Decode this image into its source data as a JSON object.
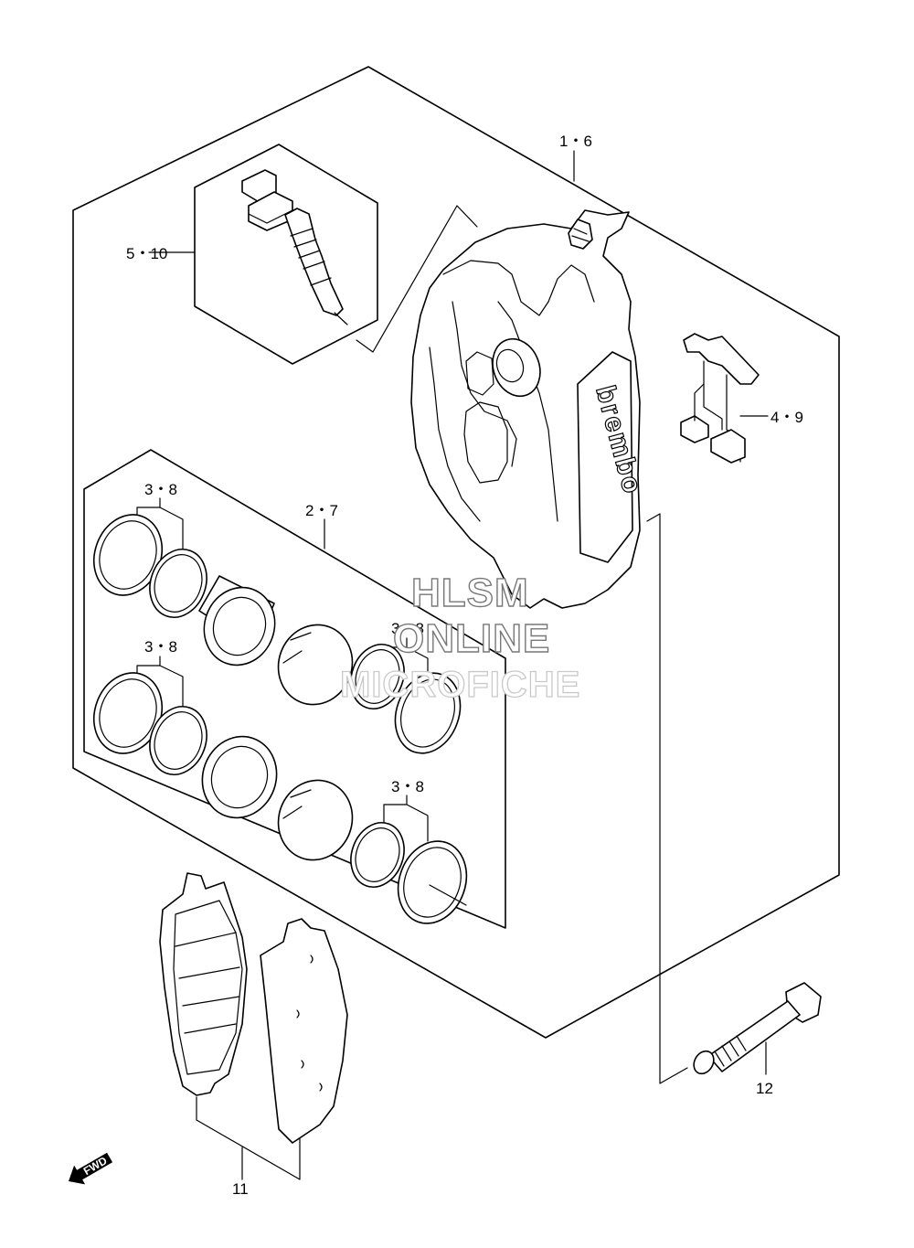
{
  "diagram": {
    "callouts": {
      "caliper": "1・6",
      "bleeder": "5・10",
      "pad_spring": "4・9",
      "piston_set": "2・7",
      "seal_top_left": "3・8",
      "seal_mid_left": "3・8",
      "seal_mid_right": "3・8",
      "seal_bottom_right": "3・8",
      "pads": "11",
      "bolt": "12"
    },
    "caliper_brand": "brembo",
    "forward_arrow": "FWD"
  },
  "watermark": {
    "line1": "HLSM",
    "line2": "ONLINE",
    "line3": "MICROFICHE"
  },
  "colors": {
    "line": "#000000",
    "background": "#ffffff",
    "watermark_dark": "#777777",
    "watermark_light": "#c9c9c9"
  }
}
